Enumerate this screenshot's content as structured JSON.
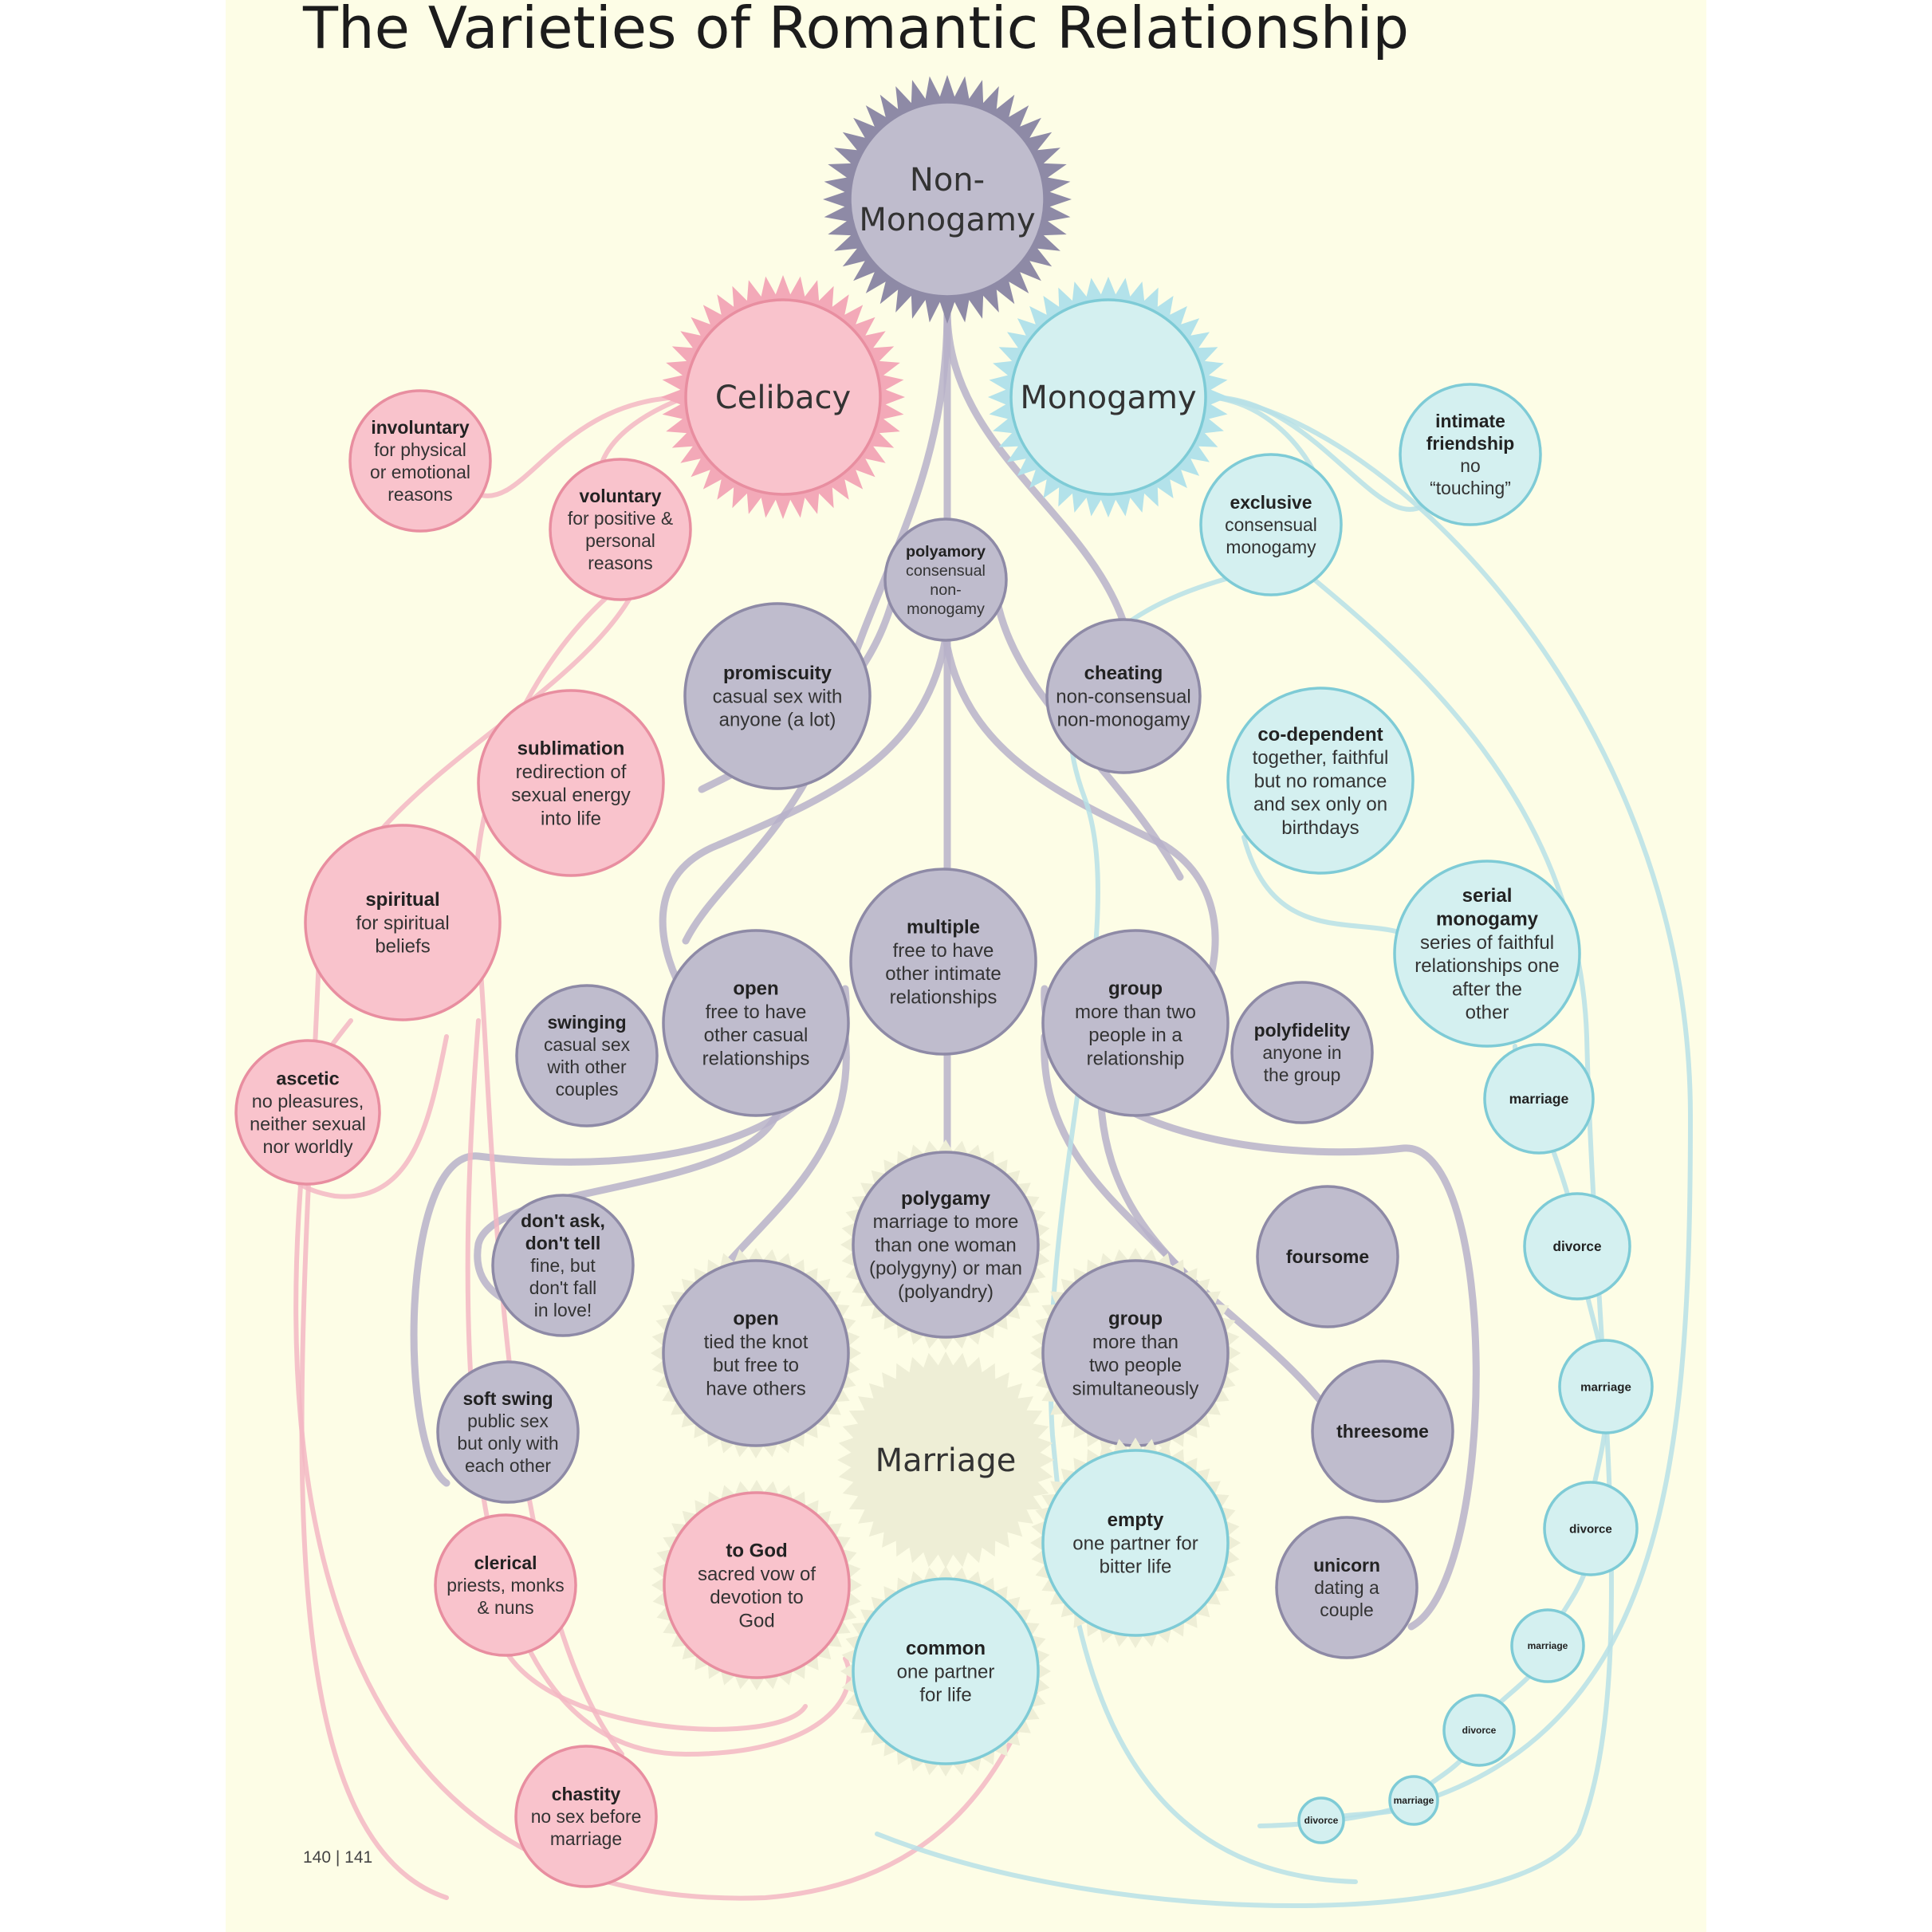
{
  "title": "The Varieties of Romantic Relationship",
  "page_number": "140 | 141",
  "colors": {
    "background": "#fdfde6",
    "grey": "#bfbccd",
    "pink": "#f9c3cc",
    "blue": "#d4f0f0",
    "cream": "#e6e6c9"
  },
  "nodes": [
    {
      "id": "non_monogamy",
      "family": "grey",
      "kind": "major",
      "name": "Non-\nMonogamy",
      "desc": ""
    },
    {
      "id": "celibacy",
      "family": "pink",
      "kind": "major",
      "name": "Celibacy",
      "desc": ""
    },
    {
      "id": "monogamy",
      "family": "blue",
      "kind": "major",
      "name": "Monogamy",
      "desc": ""
    },
    {
      "id": "marriage_hub",
      "family": "cream",
      "kind": "major",
      "name": "Marriage",
      "desc": ""
    },
    {
      "id": "involuntary",
      "family": "pink",
      "kind": "minor",
      "name": "involuntary",
      "desc": "for physical\nor emotional\nreasons"
    },
    {
      "id": "voluntary",
      "family": "pink",
      "kind": "minor",
      "name": "voluntary",
      "desc": "for positive &\npersonal\nreasons"
    },
    {
      "id": "sublimation",
      "family": "pink",
      "kind": "minor",
      "name": "sublimation",
      "desc": "redirection of\nsexual energy\ninto life"
    },
    {
      "id": "spiritual",
      "family": "pink",
      "kind": "minor",
      "name": "spiritual",
      "desc": "for spiritual\nbeliefs"
    },
    {
      "id": "ascetic",
      "family": "pink",
      "kind": "minor",
      "name": "ascetic",
      "desc": "no pleasures,\nneither sexual\nnor worldly"
    },
    {
      "id": "clerical",
      "family": "pink",
      "kind": "minor",
      "name": "clerical",
      "desc": "priests, monks\n& nuns"
    },
    {
      "id": "chastity",
      "family": "pink",
      "kind": "minor",
      "name": "chastity",
      "desc": "no sex before\nmarriage"
    },
    {
      "id": "to_god",
      "family": "pink",
      "kind": "minor",
      "name": "to God",
      "desc": "sacred vow of\ndevotion to\nGod"
    },
    {
      "id": "polyamory",
      "family": "grey",
      "kind": "minor",
      "name": "polyamory",
      "desc": "consensual\nnon-\nmonogamy"
    },
    {
      "id": "promiscuity",
      "family": "grey",
      "kind": "minor",
      "name": "promiscuity",
      "desc": "casual sex with\nanyone (a lot)"
    },
    {
      "id": "cheating",
      "family": "grey",
      "kind": "minor",
      "name": "cheating",
      "desc": "non-consensual\nnon-monogamy"
    },
    {
      "id": "multiple",
      "family": "grey",
      "kind": "minor",
      "name": "multiple",
      "desc": "free to have\nother intimate\nrelationships"
    },
    {
      "id": "open_rel",
      "family": "grey",
      "kind": "minor",
      "name": "open",
      "desc": "free to have\nother casual\nrelationships"
    },
    {
      "id": "group_rel",
      "family": "grey",
      "kind": "minor",
      "name": "group",
      "desc": "more than two\npeople in a\nrelationship"
    },
    {
      "id": "swinging",
      "family": "grey",
      "kind": "minor",
      "name": "swinging",
      "desc": "casual sex\nwith other\ncouples"
    },
    {
      "id": "polyfidelity",
      "family": "grey",
      "kind": "minor",
      "name": "polyfidelity",
      "desc": "anyone in\nthe group"
    },
    {
      "id": "dont_ask",
      "family": "grey",
      "kind": "minor",
      "name": "don't ask,\ndon't tell",
      "desc": "fine, but\ndon't fall\nin love!"
    },
    {
      "id": "polygamy",
      "family": "grey",
      "kind": "minor",
      "name": "polygamy",
      "desc": "marriage to more\nthan one woman\n(polygyny) or man\n(polyandry)"
    },
    {
      "id": "open_mar",
      "family": "grey",
      "kind": "minor",
      "name": "open",
      "desc": "tied the knot\nbut free to\nhave others"
    },
    {
      "id": "group_mar",
      "family": "grey",
      "kind": "minor",
      "name": "group",
      "desc": "more than\ntwo people\nsimultaneously"
    },
    {
      "id": "soft_swing",
      "family": "grey",
      "kind": "minor",
      "name": "soft swing",
      "desc": "public sex\nbut only with\neach other"
    },
    {
      "id": "foursome",
      "family": "grey",
      "kind": "minor",
      "name": "foursome",
      "desc": ""
    },
    {
      "id": "threesome",
      "family": "grey",
      "kind": "minor",
      "name": "threesome",
      "desc": ""
    },
    {
      "id": "unicorn",
      "family": "grey",
      "kind": "minor",
      "name": "unicorn",
      "desc": "dating a\ncouple"
    },
    {
      "id": "intimate_friendship",
      "family": "blue",
      "kind": "minor",
      "name": "intimate\nfriendship",
      "desc": "no\n“touching”"
    },
    {
      "id": "exclusive",
      "family": "blue",
      "kind": "minor",
      "name": "exclusive",
      "desc": "consensual\nmonogamy"
    },
    {
      "id": "co_dependent",
      "family": "blue",
      "kind": "minor",
      "name": "co-dependent",
      "desc": "together, faithful\nbut no romance\nand sex only on\nbirthdays"
    },
    {
      "id": "serial_monogamy",
      "family": "blue",
      "kind": "minor",
      "name": "serial\nmonogamy",
      "desc": "series of faithful\nrelationships one\nafter the\nother"
    },
    {
      "id": "empty",
      "family": "blue",
      "kind": "minor",
      "name": "empty",
      "desc": "one partner for\nbitter life"
    },
    {
      "id": "common",
      "family": "blue",
      "kind": "minor",
      "name": "common",
      "desc": "one partner\nfor life"
    },
    {
      "id": "s_marriage_1",
      "family": "blue",
      "kind": "minor",
      "name": "marriage",
      "desc": ""
    },
    {
      "id": "s_divorce_1",
      "family": "blue",
      "kind": "minor",
      "name": "divorce",
      "desc": ""
    },
    {
      "id": "s_marriage_2",
      "family": "blue",
      "kind": "minor",
      "name": "marriage",
      "desc": ""
    },
    {
      "id": "s_divorce_2",
      "family": "blue",
      "kind": "minor",
      "name": "divorce",
      "desc": ""
    },
    {
      "id": "s_marriage_3",
      "family": "blue",
      "kind": "minor",
      "name": "marriage",
      "desc": ""
    },
    {
      "id": "s_divorce_3",
      "family": "blue",
      "kind": "minor",
      "name": "divorce",
      "desc": ""
    },
    {
      "id": "s_marriage_4",
      "family": "blue",
      "kind": "minor",
      "name": "marriage",
      "desc": ""
    },
    {
      "id": "s_divorce_4",
      "family": "blue",
      "kind": "minor",
      "name": "divorce",
      "desc": ""
    }
  ]
}
